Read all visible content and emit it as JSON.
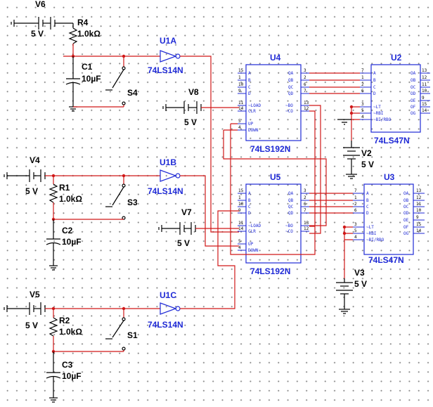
{
  "sources": [
    {
      "name": "V6",
      "value": "5 V"
    },
    {
      "name": "V4",
      "value": "5 V"
    },
    {
      "name": "V5",
      "value": "5 V"
    },
    {
      "name": "V8",
      "value": "5 V"
    },
    {
      "name": "V7",
      "value": "5 V"
    },
    {
      "name": "V2",
      "value": "5 V"
    },
    {
      "name": "V3",
      "value": "5 V"
    }
  ],
  "resistors": [
    {
      "name": "R4",
      "value": "1.0kΩ"
    },
    {
      "name": "R1",
      "value": "1.0kΩ"
    },
    {
      "name": "R2",
      "value": "1.0kΩ"
    }
  ],
  "capacitors": [
    {
      "name": "C1",
      "value": "10µF"
    },
    {
      "name": "C2",
      "value": "10µF"
    },
    {
      "name": "C3",
      "value": "10µF"
    }
  ],
  "switches": [
    "S4",
    "S3",
    "S1"
  ],
  "gates": [
    {
      "name": "U1A",
      "part": "74LS14N"
    },
    {
      "name": "U1B",
      "part": "74LS14N"
    },
    {
      "name": "U1C",
      "part": "74LS14N"
    }
  ],
  "counters": [
    {
      "name": "U4",
      "part": "74LS192N"
    },
    {
      "name": "U5",
      "part": "74LS192N"
    }
  ],
  "decoders": [
    {
      "name": "U3",
      "part": "74LS47N"
    },
    {
      "name": "U2",
      "part": "74LS47N"
    }
  ],
  "counter_pins": {
    "left": [
      "A",
      "B",
      "C",
      "D",
      "~LOAD",
      "CLR",
      "UP",
      "DOWN"
    ],
    "right": [
      "QA",
      "QB",
      "QC",
      "QD",
      "~BO",
      "~CO"
    ],
    "left_nums": [
      "15",
      "1",
      "10",
      "9",
      "11",
      "14",
      "5",
      "4"
    ],
    "right_nums": [
      "3",
      "2",
      "6",
      "7",
      "13",
      "12"
    ]
  },
  "decoder_pins": {
    "left": [
      "A",
      "B",
      "C",
      "D",
      "~LT",
      "~RBI",
      "~BI/RBO"
    ],
    "right": [
      "OA",
      "OB",
      "OC",
      "OD",
      "OE",
      "OF",
      "OG"
    ],
    "left_nums": [
      "7",
      "1",
      "2",
      "6",
      "3",
      "5",
      "4"
    ],
    "right_nums": [
      "13",
      "12",
      "11",
      "10",
      "9",
      "15",
      "14"
    ]
  },
  "colors": {
    "wire": "#d01818",
    "component": "#000000",
    "label": "#1f2ad6",
    "grid": "#8a8a8a"
  }
}
